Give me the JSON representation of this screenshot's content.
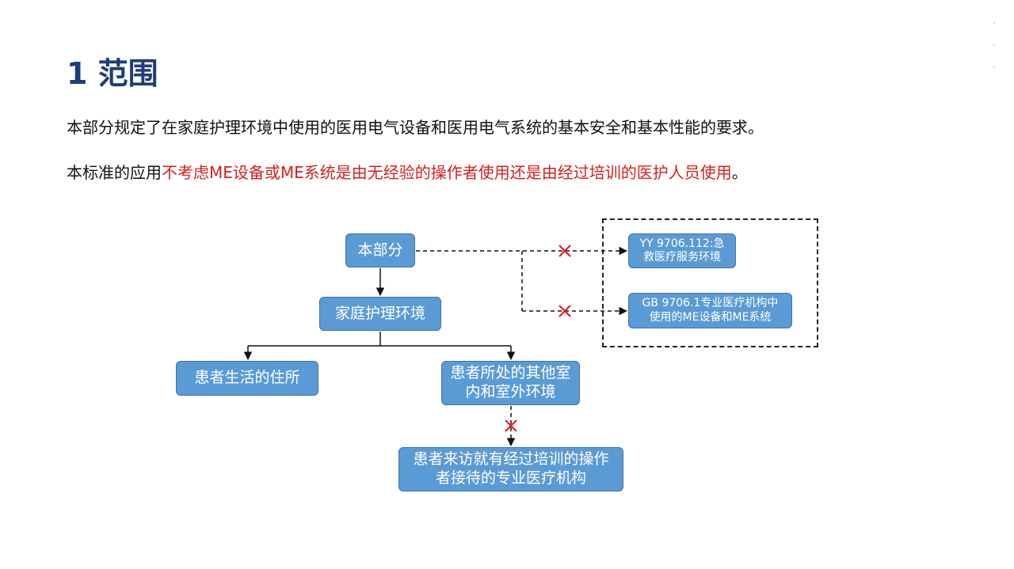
{
  "title": "1 范围",
  "paragraph1": "本部分规定了在家庭护理环境中使用的医用电气设备和医用电气系统的基本安全和基本性能的要求。",
  "paragraph2": {
    "lead": "本标准的应用",
    "highlight": "不考虑ME设备或ME系统是由无经验的操作者使用还是由经过培训的医护人员使用",
    "tail": "。"
  },
  "diagram": {
    "nodes": {
      "this_part": "本部分",
      "home_care": "家庭护理环境",
      "residence": "患者生活的住所",
      "other_env": "患者所处的其他室内和室外环境",
      "professional_facility": "患者来访就有经过培训的操作者接待的专业医疗机构",
      "yy_standard": "YY 9706.112:急救医疗服务环境",
      "gb_standard": "GB 9706.1专业医疗机构中使用的ME设备和ME系统"
    },
    "excluded_marker": "×"
  },
  "colors": {
    "title": "#1f3d7a",
    "highlight_text": "#d42020",
    "node_fill": "#5b9bd5",
    "node_border": "#3f73a8",
    "exclusion_cross": "#e02020"
  }
}
